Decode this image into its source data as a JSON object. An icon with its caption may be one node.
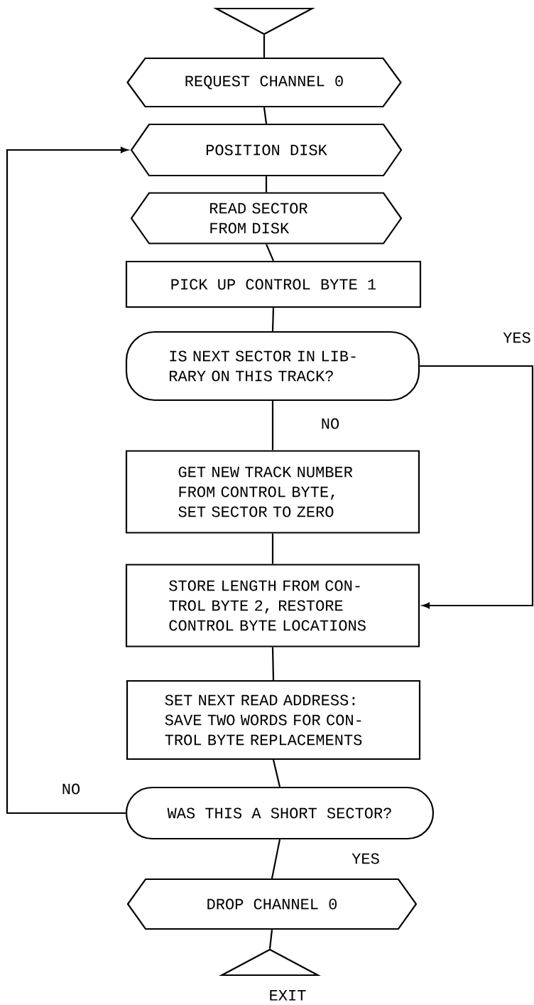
{
  "diagram": {
    "nodes": [
      {
        "text": [],
        "shape": "triangle"
      },
      {
        "text": [
          "REQUEST CHANNEL 0"
        ]
      },
      {
        "text": [
          "POSITION DISK"
        ]
      },
      {
        "text": [
          "READ SECTOR FROM DISK"
        ]
      },
      {
        "text": [
          "PICK UP CONTROL BYTE 1"
        ]
      },
      {
        "text": [
          "IS NEXT SECTOR IN LIB- RARY ON THIS TRACK?"
        ]
      },
      {
        "text": [
          "GET NEW TRACK NUMBER FROM CONTROL BYTE, SET SECTOR TO ZERO"
        ]
      },
      {
        "text": [
          "STORE LENGTH FROM CON- TROL BYTE 2, RESTORE CONTROL BYTE LOCATIONS"
        ]
      },
      {
        "text": [
          "SET NEXT READ ADDRESS: SAVE TWO WORDS FOR CON- TROL BYTE REPLACEMENTS"
        ]
      },
      {
        "text": [
          "WAS THIS A SHORT SECTOR?"
        ]
      },
      {
        "text": [
          "DROP CHANNEL 0"
        ]
      },
      {
        "text": [],
        "shape": "triangle",
        "beside": [
          "EXIT"
        ]
      }
    ],
    "edges": [
      {
        "from": 0,
        "to": 1,
        "arrow": "none"
      },
      {
        "from": 1,
        "to": 2,
        "arrow": "none"
      },
      {
        "from": 2,
        "to": 3,
        "arrow": "none"
      },
      {
        "from": 3,
        "to": 4,
        "arrow": "none"
      },
      {
        "from": 4,
        "to": 5,
        "arrow": "none"
      },
      {
        "from": 5,
        "to": 6,
        "arrow": "none",
        "label": "NO"
      },
      {
        "from": 5,
        "to": 7,
        "arrow": "to",
        "label": "YES"
      },
      {
        "from": 6,
        "to": 7,
        "arrow": "none"
      },
      {
        "from": 7,
        "to": 8,
        "arrow": "none"
      },
      {
        "from": 8,
        "to": 9,
        "arrow": "none"
      },
      {
        "from": 9,
        "to": 2,
        "arrow": "to",
        "label": "NO"
      },
      {
        "from": 9,
        "to": 10,
        "arrow": "none",
        "label": "YES"
      },
      {
        "from": 10,
        "to": 11,
        "arrow": "none"
      }
    ]
  }
}
